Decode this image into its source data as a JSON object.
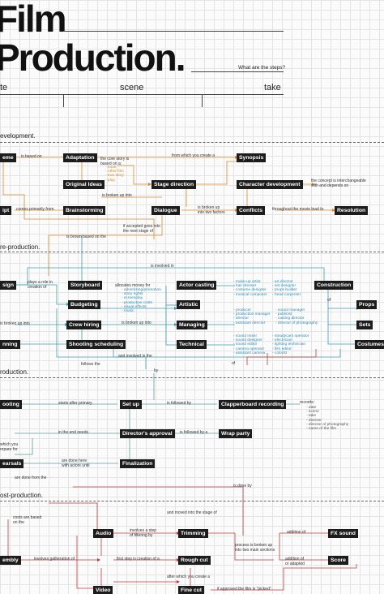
{
  "title": {
    "line1": "Film",
    "line2": "Production.",
    "subtitle": "What are the steps?"
  },
  "columns": [
    "te",
    "scene",
    "take"
  ],
  "sections": [
    "evelopment.",
    "re-production.",
    "roduction.",
    "ost-production."
  ],
  "nodes": {
    "scheme": "eme",
    "adaptation": "Adaptation",
    "synopsis": "Synopsis",
    "original_ideas": "Original Ideas",
    "stage_direction": "Stage direction",
    "character_development": "Character development",
    "script": "ipt",
    "brainstorming": "Brainstorming",
    "dialogue": "Dialogue",
    "conflicts": "Conflicts",
    "resolution": "Resolution",
    "design": "sign",
    "storyboard": "Storyboard",
    "actor_casting": "Actor casting",
    "construction": "Construction",
    "budgeting": "Budgeting",
    "artistic": "Artistic",
    "props": "Props",
    "crew_hiring": "Crew hiring",
    "managing": "Managing",
    "sets": "Sets",
    "planning": "nning",
    "shooting_scheduling": "Shooting scheduling",
    "technical": "Technical",
    "costumes": "Costumes",
    "shooting": "ooting",
    "set_up": "Set up",
    "clapperboard": "Clapperboard recording",
    "directors_approval": "Director's approval",
    "wrap_party": "Wrap party",
    "rehearsals": "earsals",
    "finalization": "Finalization",
    "audio": "Audio",
    "trimming": "Trimming",
    "fx_sound": "FX sound",
    "assembly": "embly",
    "rough_cut": "Rough cut",
    "score": "Score",
    "video": "Video",
    "fine_cut": "Fine cut"
  },
  "labels": {
    "is_based_on": "is based on",
    "core_story": "the core story is\nbased on a:",
    "from_which": "from which you create a",
    "concept": "the concept is interchangeable\nwith and depends on",
    "broken_up_into": "is broken up into",
    "comes_primarily": "comes primarily from",
    "broken_two": "is broken up\ninto two factors",
    "throughout": "throughout the movie lead to",
    "if_accepted": "if accepted goes into\nthe next stage of",
    "is_brown_based": "is brown based on the",
    "is_involved_in": "is involved in",
    "plays_role": "plays a role in\ncreation of",
    "allocates_money": "allocates money for",
    "broken_up_into_2": "is broken up into",
    "of": "of",
    "follows_the": "follows the",
    "and_involved": "and involved in the",
    "by": "by",
    "of_2": "of",
    "starts_after": "starts after primary",
    "is_followed_by": "is followed by",
    "records": "records:",
    "in_the_end": "in the end needs",
    "is_followed_by_a": "is followed by a",
    "which_you": "which you\nrepare for",
    "are_done_here": "are done here\nwith actors until",
    "done_from_the": "are done from the",
    "is_done_by": "is done by",
    "costs_are_based": "costs are based\non the",
    "and_moved_into": "and moved into the stage of",
    "involves_step": "involves a step\nof filtering by",
    "process_broken": "process is broken up\ninto two main sections",
    "addition_of": "addition of",
    "involves_gatheration": "involves gatheration of",
    "first_step": "first step is creation of a",
    "addition_of_adapted": "addition of\nor adapted",
    "after_which": "after which you create a",
    "if_approved": "if approved the film is \"picked\""
  },
  "lists": {
    "adaptation_sources": [
      "- book",
      "- other film",
      "- true story",
      "- play"
    ],
    "budget_items": [
      "- advertising/promotion",
      "- story rights",
      "- screenplay",
      "- production costs",
      "- visual effects",
      "- music"
    ],
    "artistic_crew_1": [
      "- make-up artist",
      "- hair dresser",
      "- costume designer",
      "- musical composer"
    ],
    "artistic_crew_2": [
      "- art director",
      "- set designer",
      "- props builder",
      "- head carpenter"
    ],
    "managing_crew_1": [
      "- producer",
      "- production manager",
      "- director",
      "- assistant director"
    ],
    "managing_crew_2": [
      "- sound manager",
      "- publicist",
      "- casting director",
      "- director of photography"
    ],
    "technical_crew_1": [
      "- sound mixer",
      "- sound designer",
      "- sound editor",
      "- camera operator",
      "- assistant camera"
    ],
    "technical_crew_2": [
      "- steadycam operator",
      "- electrician",
      "- lighting technician",
      "- film editor",
      "- colorist"
    ],
    "records_items": [
      "- date",
      "- scene",
      "- take",
      "- director",
      "- director of photography",
      "- name of the film"
    ]
  }
}
